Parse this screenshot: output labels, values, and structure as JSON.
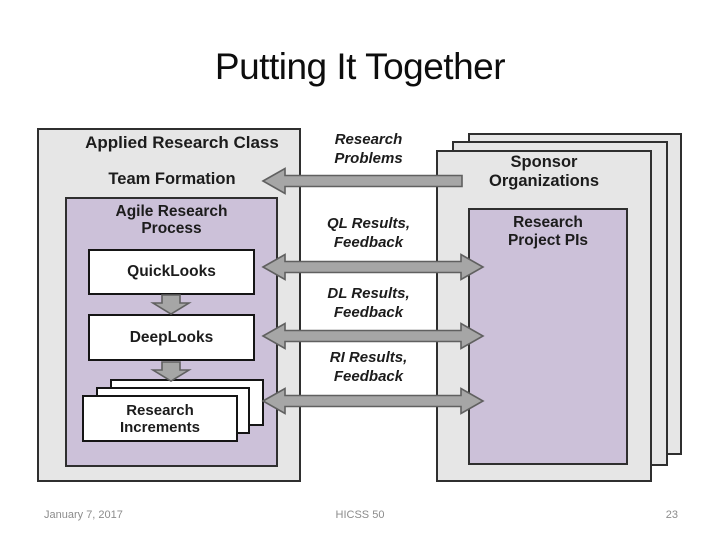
{
  "slide": {
    "title": "Putting It Together",
    "footer": {
      "date": "January 7, 2017",
      "center": "HICSS 50",
      "page_number": "23"
    }
  },
  "diagram": {
    "left_box": {
      "title": "Applied Research Class",
      "team_formation": "Team Formation",
      "agile_box": {
        "title_line1": "Agile Research",
        "title_line2": "Process",
        "quicklooks": "QuickLooks",
        "deeplooks": "DeepLooks",
        "increments_line1": "Research",
        "increments_line2": "Increments"
      }
    },
    "middle_labels": {
      "research_problems_line1": "Research",
      "research_problems_line2": "Problems",
      "ql_line1": "QL Results,",
      "ql_line2": "Feedback",
      "dl_line1": "DL Results,",
      "dl_line2": "Feedback",
      "ri_line1": "RI Results,",
      "ri_line2": "Feedback"
    },
    "right_box": {
      "title_line1": "Sponsor",
      "title_line2": "Organizations",
      "pis_line1": "Research",
      "pis_line2": "Project PIs"
    },
    "arrows": {
      "research_problems_arrow": "left",
      "ql_arrow": "double",
      "dl_arrow": "double",
      "ri_arrow": "double"
    },
    "colors": {
      "box_gray": "#e6e6e6",
      "box_purple": "#ccc1d9",
      "arrow_fill": "#a6a6a6",
      "arrow_stroke": "#606060",
      "border_dark": "#2f2f2f",
      "footer_gray": "#8c8c8c"
    }
  }
}
